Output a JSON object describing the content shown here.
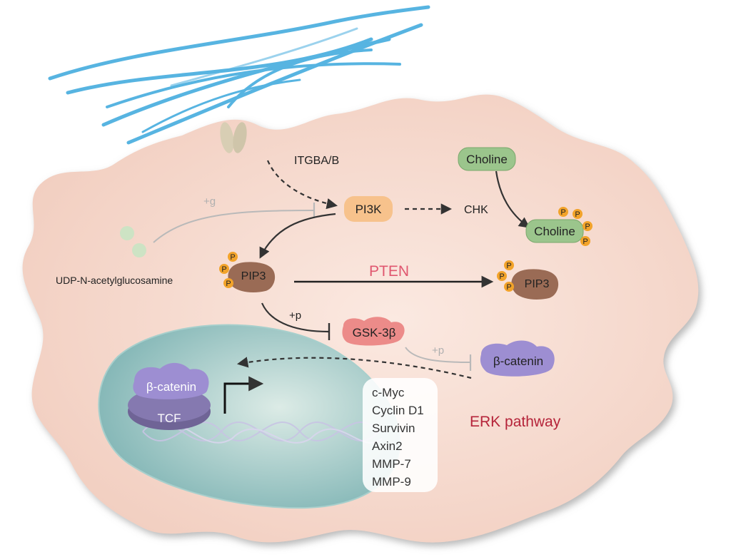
{
  "labels": {
    "itgb": "ITGBA/B",
    "pi3k": "PI3K",
    "chk": "CHK",
    "choline_top": "Choline",
    "choline_p": "Choline",
    "plus_g": "+g",
    "udp": "UDP-N-acetylglucosamine",
    "pip3_left": "PIP3",
    "pten": "PTEN",
    "pip3_right": "PIP3",
    "plus_p_1": "+p",
    "gsk": "GSK-3β",
    "plus_p_2": "+p",
    "bcat_right": "β-catenin",
    "bcat_nucleus": "β-catenin",
    "tcf": "TCF",
    "erk": "ERK pathway",
    "phospho": "P"
  },
  "target_genes": [
    "c-Myc",
    "Cyclin D1",
    "Survivin",
    "Axin2",
    "MMP-7",
    "MMP-9"
  ],
  "colors": {
    "cell_fill": "#f7ddd2",
    "collagen": "#3aa7dc",
    "nucleus": "#9ec6c4",
    "pi3k": "#f7c28c",
    "choline": "#9bc58c",
    "phospho": "#f2a32a",
    "pip3": "#9a6b55",
    "gsk": "#ec8b89",
    "bcatenin": "#9d8ed2",
    "tcf": "#6f6496",
    "pten_text": "#e0576f",
    "erk_text": "#b5243a",
    "inactive": "#b9b9b9",
    "arrow": "#333333"
  }
}
